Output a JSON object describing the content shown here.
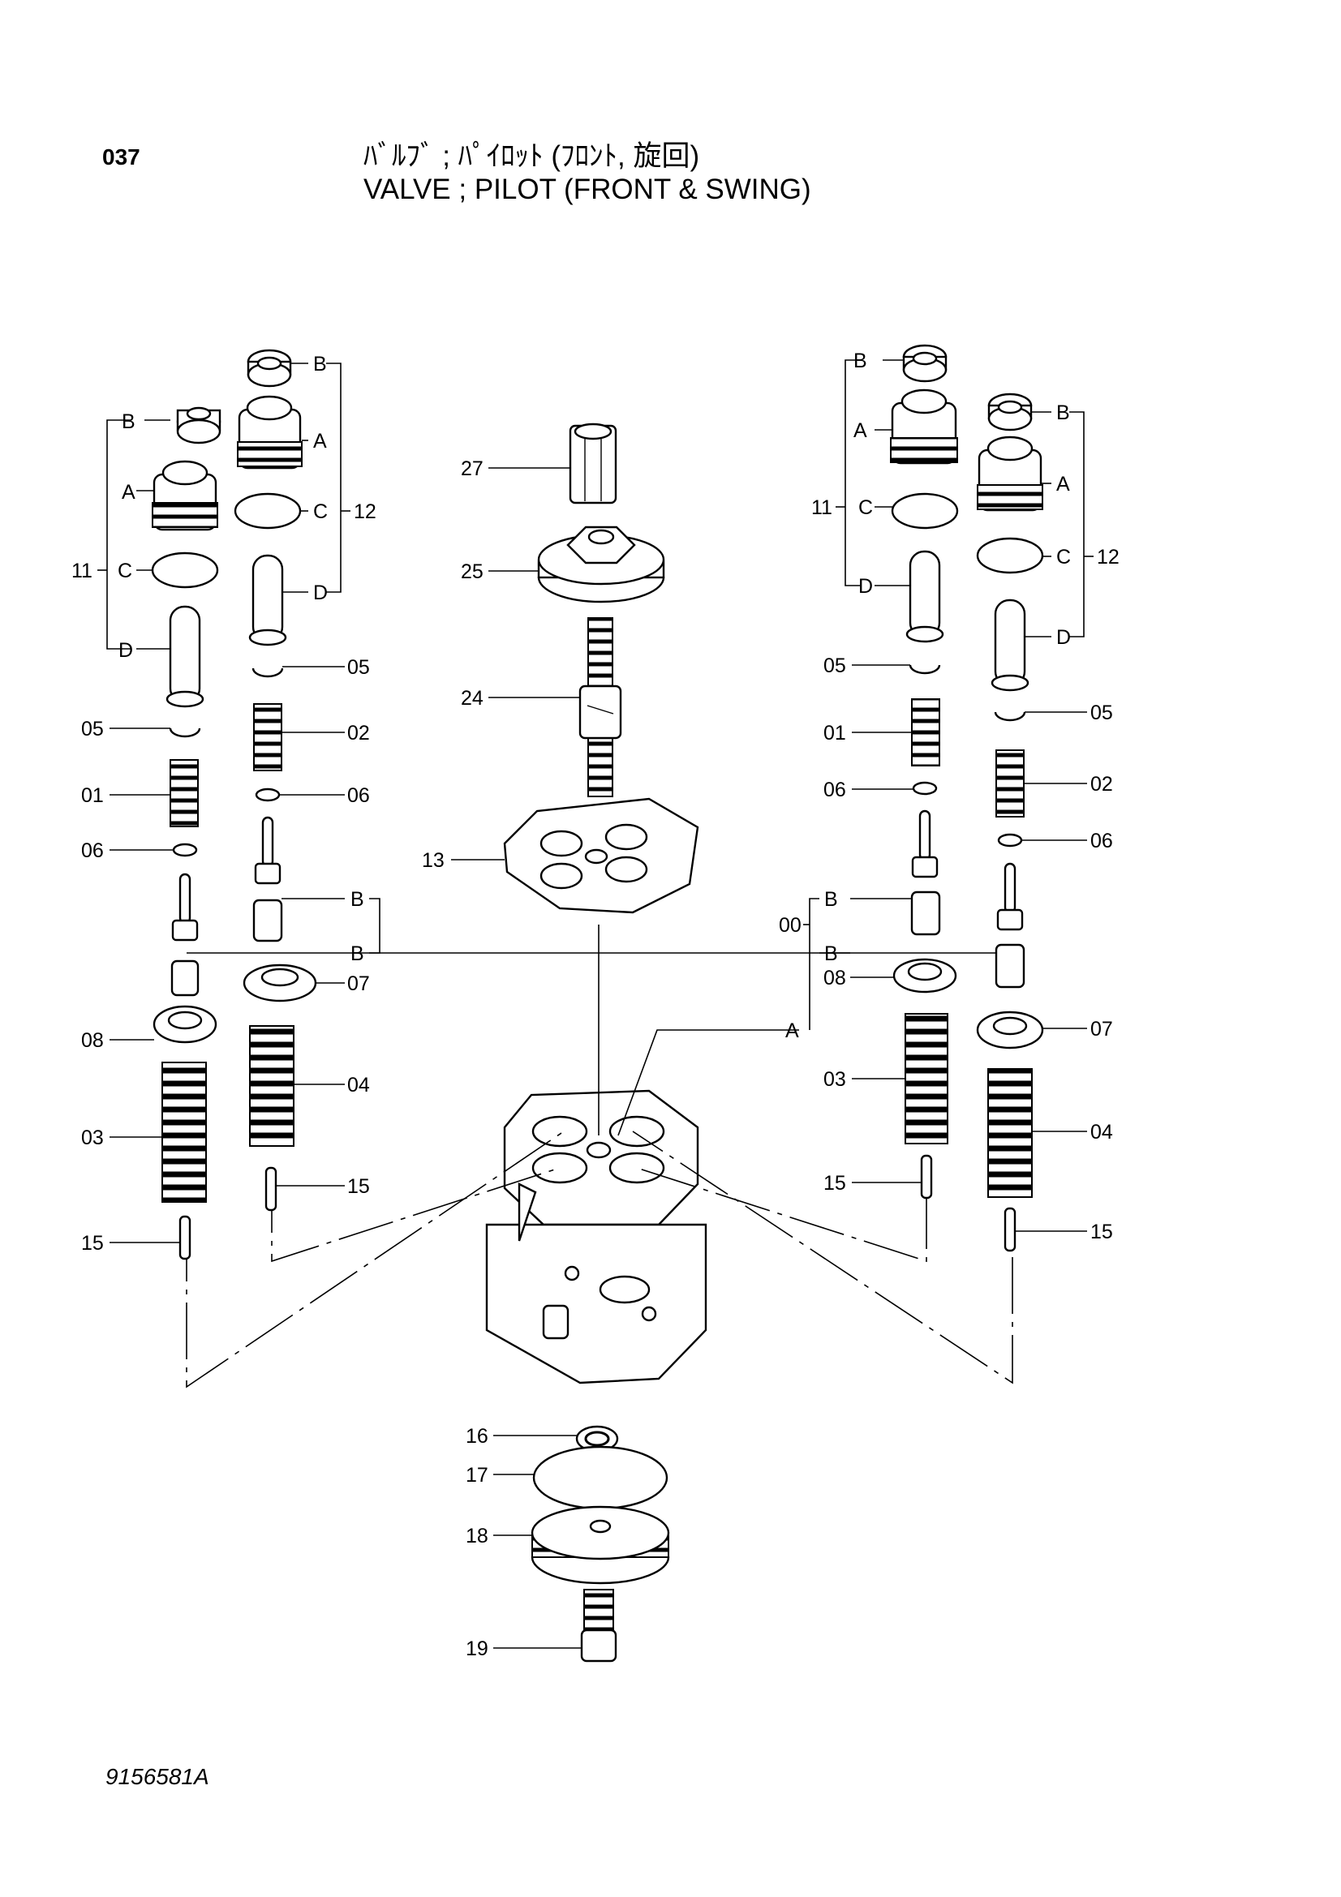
{
  "header": {
    "page_code": "037",
    "title_jp": "ﾊﾞﾙﾌﾞ ; ﾊﾟｲﾛｯﾄ (ﾌﾛﾝﾄ, 旋回)",
    "title_en": "VALVE ; PILOT (FRONT & SWING)"
  },
  "footer": {
    "drawing_number": "9156581A"
  },
  "labels": {
    "center": [
      "27",
      "25",
      "24",
      "13",
      "16",
      "17",
      "18",
      "19"
    ],
    "left_a": [
      "B",
      "A",
      "11",
      "C",
      "D",
      "05",
      "01",
      "06",
      "08",
      "03",
      "15"
    ],
    "left_b": [
      "B",
      "A",
      "C",
      "12",
      "D",
      "05",
      "02",
      "06",
      "B",
      "B",
      "07",
      "04",
      "15"
    ],
    "right_a": [
      "B",
      "A",
      "11",
      "C",
      "D",
      "05",
      "01",
      "06",
      "00",
      "B",
      "B",
      "08",
      "03",
      "15",
      "A"
    ],
    "right_b": [
      "B",
      "A",
      "C",
      "12",
      "D",
      "05",
      "02",
      "06",
      "07",
      "04",
      "15"
    ]
  }
}
